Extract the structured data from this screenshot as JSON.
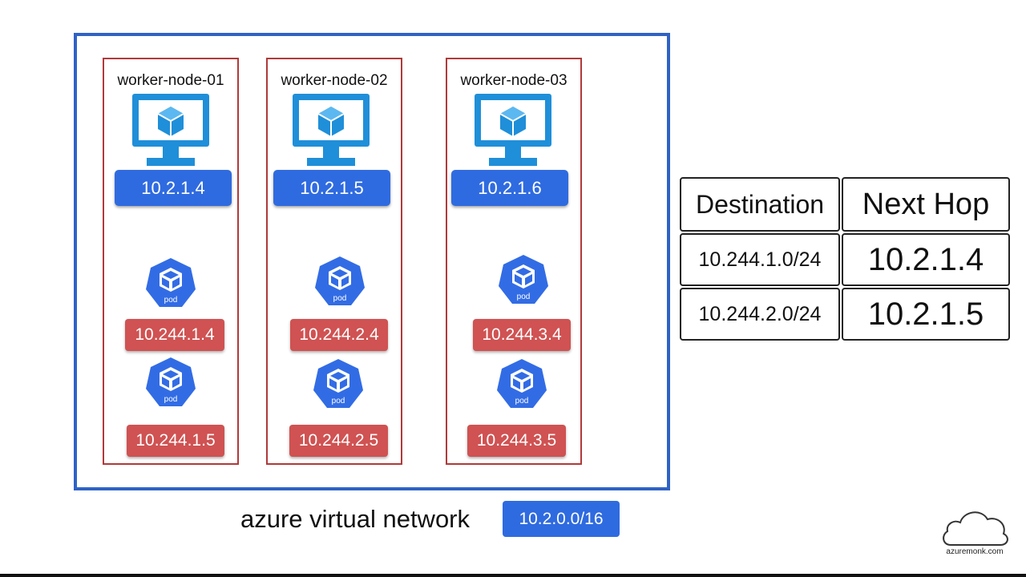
{
  "network": {
    "label": "azure virtual network",
    "cidr": "10.2.0.0/16",
    "border_color": "#2f62c5"
  },
  "nodes": [
    {
      "title": "worker-node-01",
      "ip": "10.2.1.4",
      "pods": [
        {
          "icon_label": "pod",
          "ip": "10.244.1.4"
        },
        {
          "icon_label": "pod",
          "ip": "10.244.1.5"
        }
      ]
    },
    {
      "title": "worker-node-02",
      "ip": "10.2.1.5",
      "pods": [
        {
          "icon_label": "pod",
          "ip": "10.244.2.4"
        },
        {
          "icon_label": "pod",
          "ip": "10.244.2.5"
        }
      ]
    },
    {
      "title": "worker-node-03",
      "ip": "10.2.1.6",
      "pods": [
        {
          "icon_label": "pod",
          "ip": "10.244.3.4"
        },
        {
          "icon_label": "pod",
          "ip": "10.244.3.5"
        }
      ]
    }
  ],
  "route_table": {
    "headers": {
      "destination": "Destination",
      "next_hop": "Next Hop"
    },
    "rows": [
      {
        "destination": "10.244.1.0/24",
        "next_hop": "10.2.1.4"
      },
      {
        "destination": "10.244.2.0/24",
        "next_hop": "10.2.1.5"
      }
    ]
  },
  "logo": {
    "text": "azuremonk.com",
    "icon": "cloud-icon"
  },
  "colors": {
    "node_ip": "#2f6be0",
    "pod_ip": "#d05252",
    "node_border": "#b03a3a",
    "monitor": "#1f8fd9",
    "k8s_blue": "#326ce5"
  },
  "icons": {
    "node": "monitor-icon",
    "pod": "pod-icon"
  }
}
